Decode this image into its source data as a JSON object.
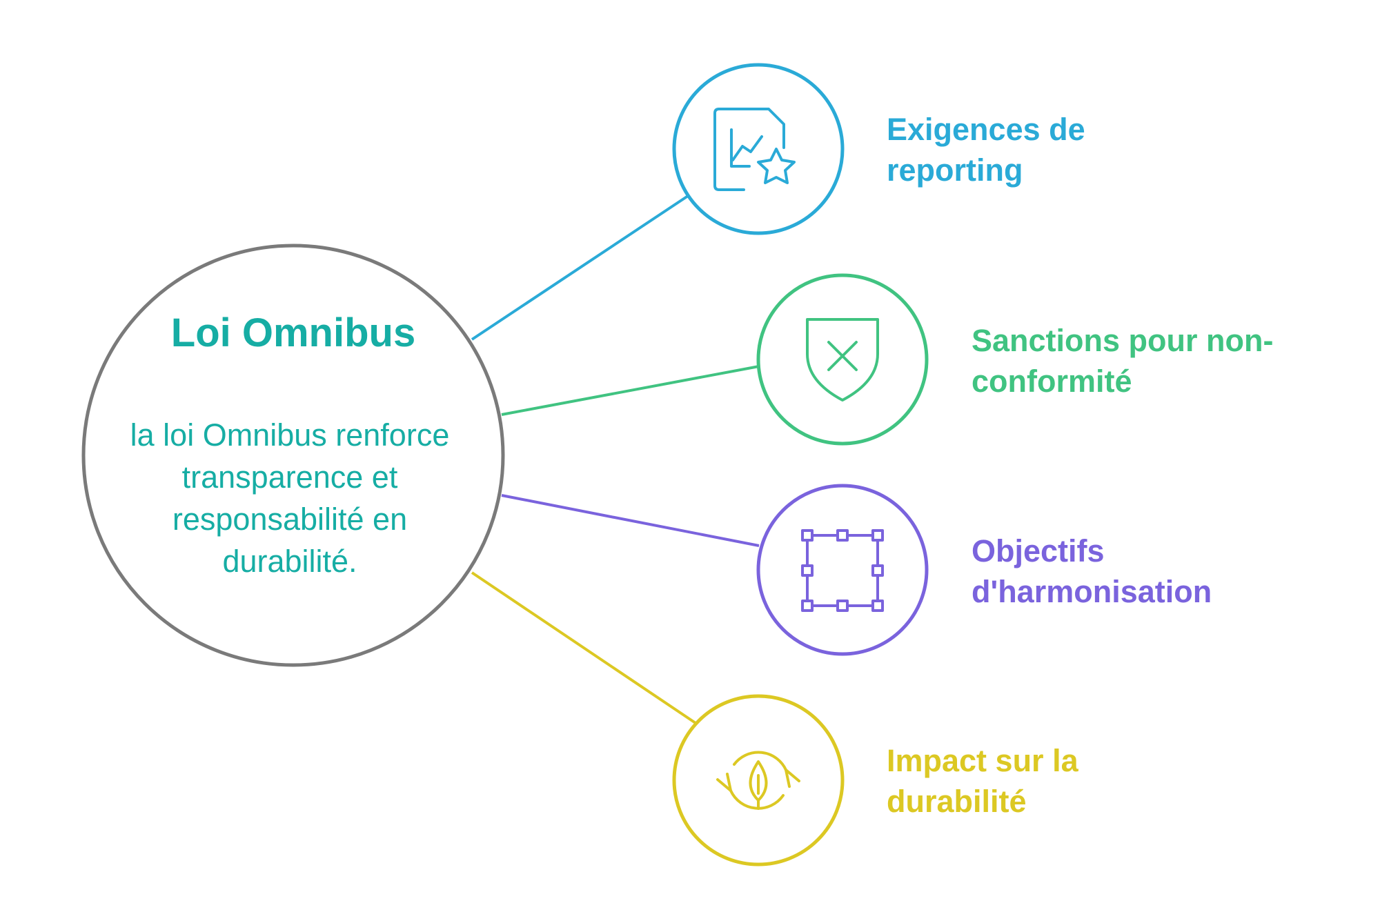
{
  "center": {
    "title": "Loi Omnibus",
    "description": "la loi Omnibus renforce transparence et responsabilité en durabilité.",
    "title_color": "#16ada4",
    "border_color": "#7a7a7a"
  },
  "nodes": [
    {
      "label": "Exigences de reporting",
      "color": "#2aaad7",
      "icon": "chart-document-star-icon"
    },
    {
      "label": "Sanctions pour non-conformité",
      "color": "#40c381",
      "icon": "shield-x-icon"
    },
    {
      "label": "Objectifs d'harmonisation",
      "color": "#7a63dd",
      "icon": "frame-square-icon"
    },
    {
      "label": "Impact sur la durabilité",
      "color": "#dcc823",
      "icon": "leaf-cycle-icon"
    }
  ]
}
